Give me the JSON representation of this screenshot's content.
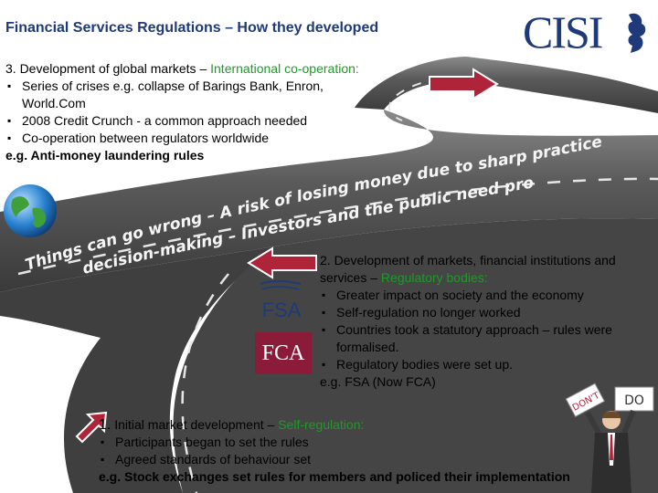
{
  "title": "Financial Services Regulations – How they developed",
  "logo": {
    "text": "CISI"
  },
  "section3": {
    "heading_prefix": "3. Development of global markets – ",
    "heading_highlight": "International co-operation:",
    "bullets": [
      "Series of crises e.g. collapse of Barings Bank, Enron, World.Com",
      "2008 Credit Crunch - a common approach needed",
      "Co-operation between regulators worldwide"
    ],
    "example": "e.g. Anti-money laundering rules"
  },
  "road_text": {
    "line1": "Things can go wrong – A risk of losing money due to sharp practice or poor",
    "line2": "decision-making – Investors and the public need protection"
  },
  "section2": {
    "heading_prefix": "2. Development of markets, financial institutions and services – ",
    "heading_highlight": "Regulatory bodies:",
    "bullets": [
      "Greater impact on society and the economy",
      "Self-regulation no longer worked",
      "Countries took a statutory approach – rules were formalised.",
      "Regulatory bodies were set up."
    ],
    "example": "e.g. FSA (Now FCA)",
    "logos": {
      "fsa": "FSA",
      "fca": "FCA"
    }
  },
  "section1": {
    "heading_number": "1.",
    "heading_prefix": " Initial market development – ",
    "heading_highlight": "Self-regulation:",
    "bullets": [
      "Participants began to set the rules",
      "Agreed standards of behaviour set"
    ],
    "example": "e.g. Stock exchanges set rules for members and policed their implementation"
  },
  "person_signs": {
    "dont": "DON'T",
    "do": "DO"
  },
  "colors": {
    "title": "#1f3a7a",
    "highlight": "#1d9a27",
    "arrow": "#b0243a",
    "road": "#3e3e3e"
  }
}
